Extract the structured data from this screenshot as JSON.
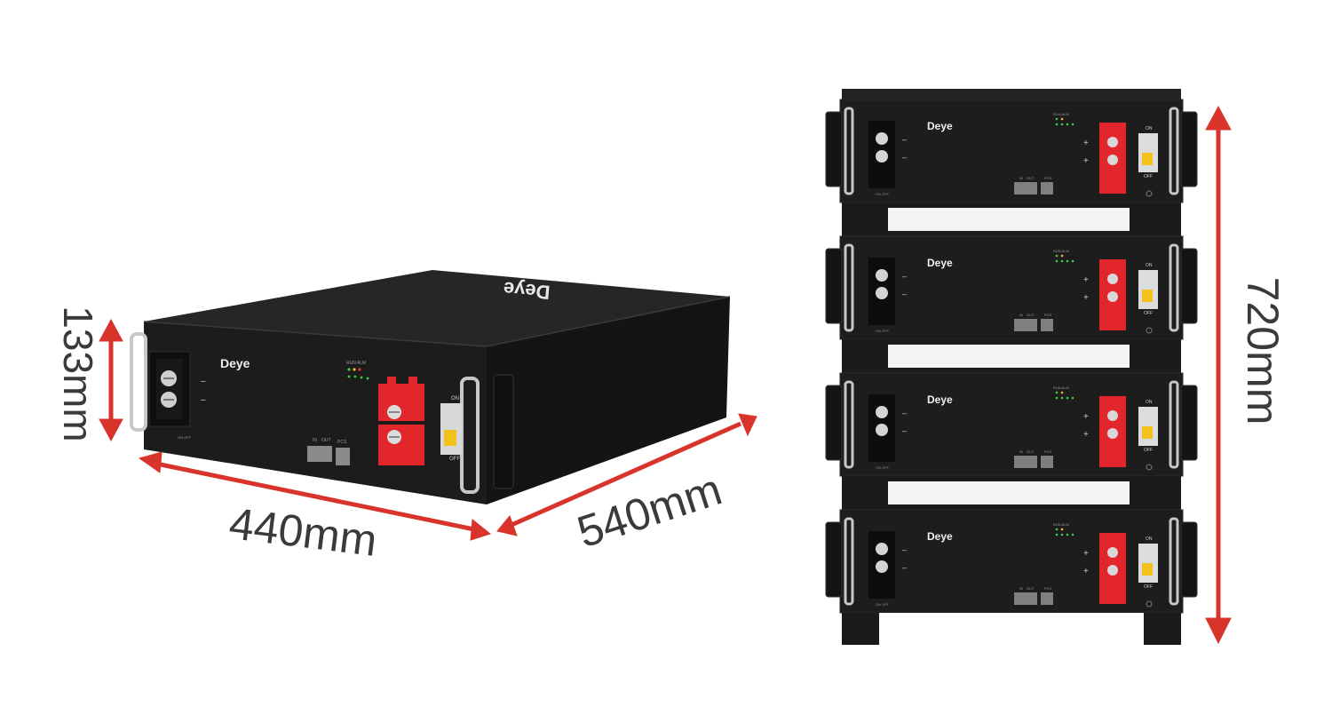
{
  "brand": "Deye",
  "labels": {
    "run_alm": "RUN ALM",
    "on_off": "ON OFF",
    "in": "IN",
    "out": "OUT",
    "pcs": "PCS",
    "on": "ON",
    "off": "OFF",
    "plus": "+",
    "minus": "–"
  },
  "dimensions": {
    "height": "133mm",
    "width": "440mm",
    "depth": "540mm",
    "stack_height": "720mm"
  },
  "colors": {
    "arrow": "#d9342b",
    "terminal_red": "#e3262b",
    "chassis": "#1b1b1b"
  },
  "stack": {
    "modules": 4
  }
}
